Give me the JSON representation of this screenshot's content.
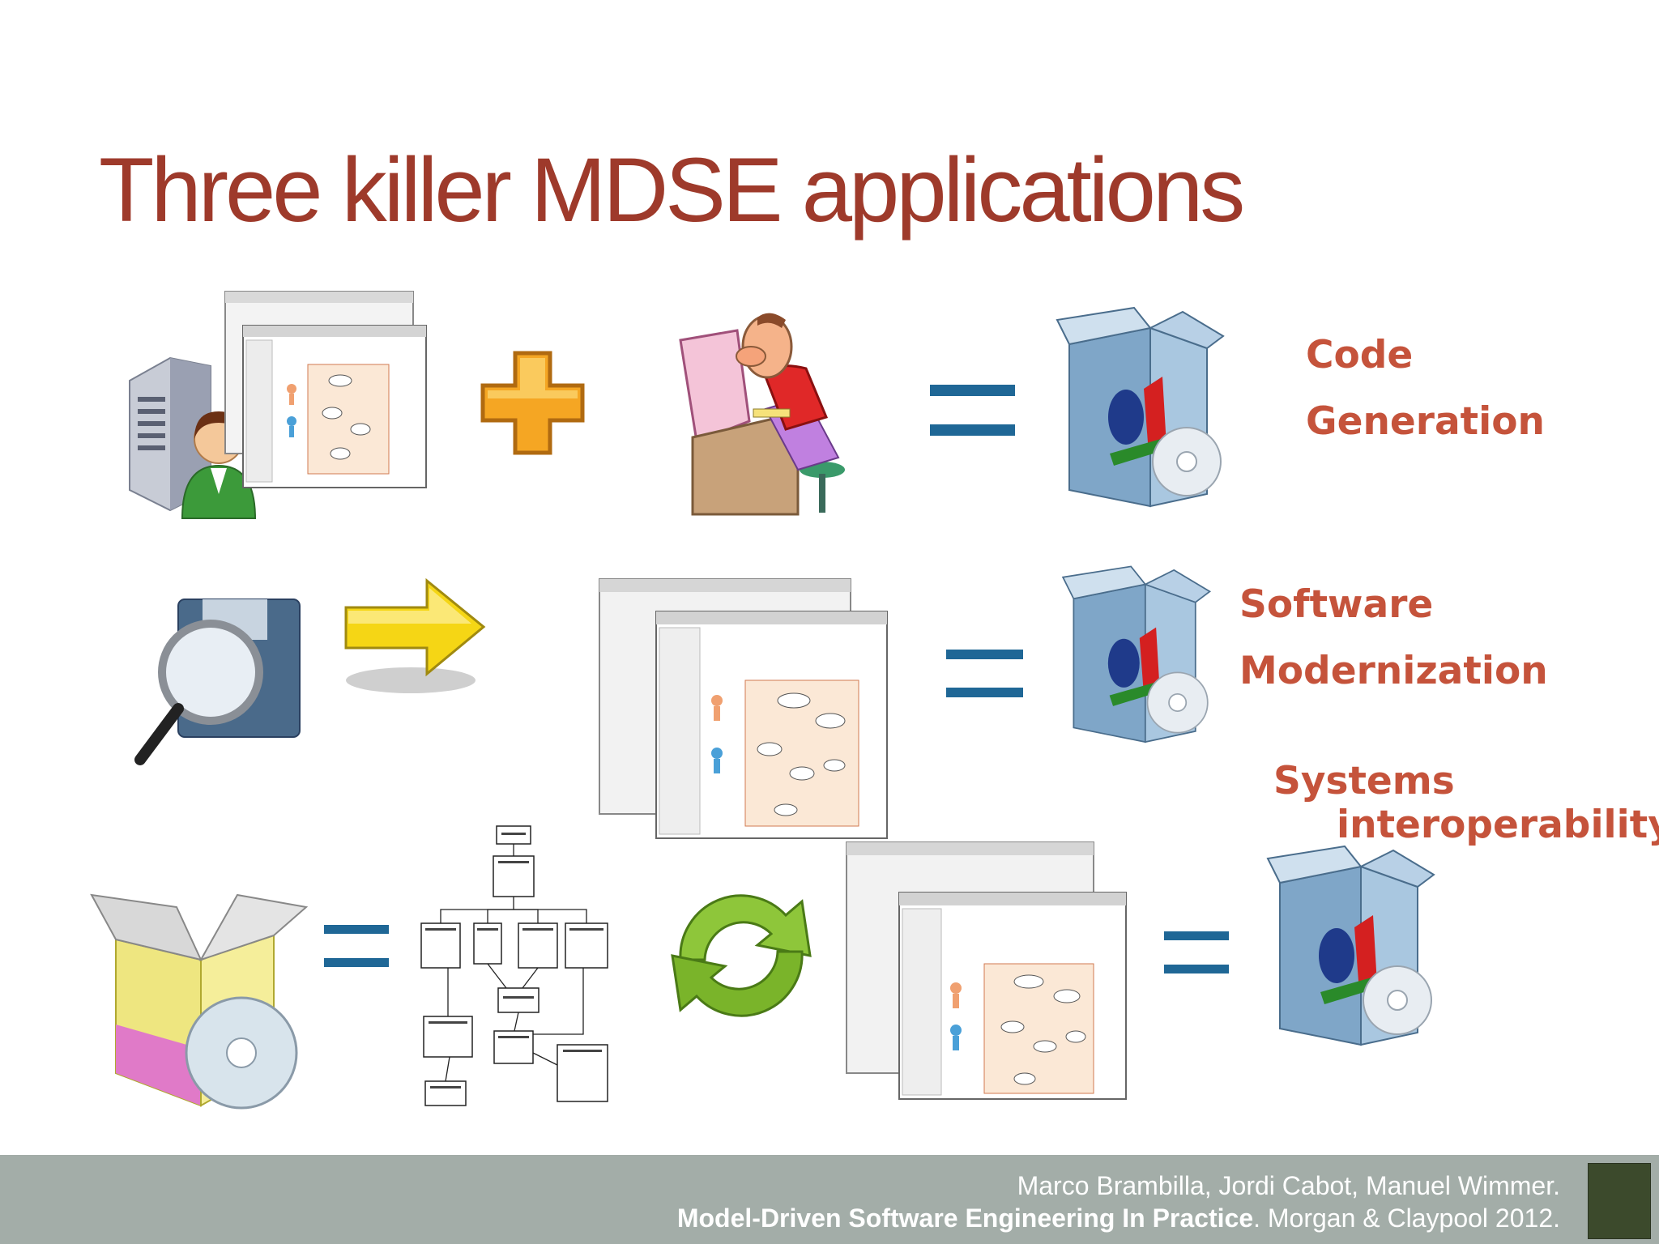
{
  "slide": {
    "title": "Three killer MDSE applications"
  },
  "applications": [
    {
      "label_line1": "Code",
      "label_line2": "Generation"
    },
    {
      "label_line1": "Software",
      "label_line2": "Modernization"
    },
    {
      "label_line1": "Systems",
      "label_line2": "interoperability"
    }
  ],
  "icons": {
    "row1": [
      "user-with-server-icon",
      "model-editor-screenshot",
      "plus-icon",
      "programmer-cartoon",
      "equals-icon",
      "software-box-icon"
    ],
    "row2": [
      "floppy-magnifier-icon",
      "arrow-right-icon",
      "model-editor-screenshot",
      "equals-icon",
      "software-box-icon"
    ],
    "row3": [
      "open-box-cd-icon",
      "equals-icon",
      "metamodel-diagram",
      "sync-arrows-icon",
      "model-editor-screenshot",
      "equals-icon",
      "software-box-icon"
    ]
  },
  "colors": {
    "title": "#9e3a2b",
    "labels": "#c5533b",
    "equals": "#1f6796",
    "footer": "#a3ada8"
  },
  "footer": {
    "authors": "Marco Brambilla, Jordi Cabot, Manuel Wimmer.",
    "book_title": "Model-Driven Software Engineering In Practice",
    "publisher": ". Morgan & Claypool 2012."
  }
}
